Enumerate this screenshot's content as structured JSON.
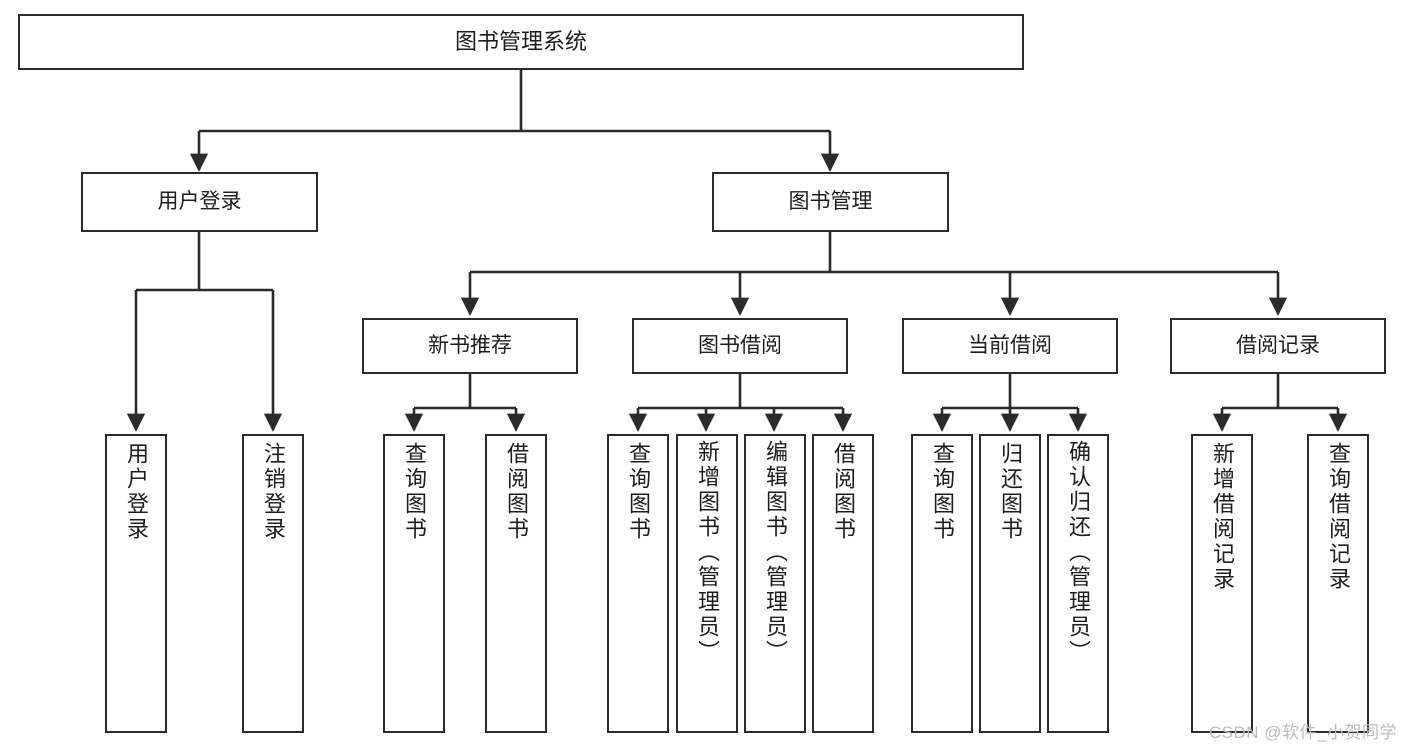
{
  "diagram": {
    "type": "hierarchy-tree",
    "title": "图书管理系统",
    "watermark": "CSDN @软件_小贺同学",
    "levels": {
      "root": "图书管理系统",
      "level2": [
        "用户登录",
        "图书管理"
      ],
      "level3": [
        "新书推荐",
        "图书借阅",
        "当前借阅",
        "借阅记录"
      ]
    },
    "nodes": {
      "root": {
        "label": "图书管理系统"
      },
      "user_login": {
        "label": "用户登录"
      },
      "book_manage": {
        "label": "图书管理"
      },
      "new_book_rec": {
        "label": "新书推荐"
      },
      "book_borrow": {
        "label": "图书借阅"
      },
      "current_borrow": {
        "label": "当前借阅"
      },
      "borrow_record": {
        "label": "借阅记录"
      },
      "leaf_user_login": {
        "label": "用户登录"
      },
      "leaf_logout": {
        "label": "注销登录"
      },
      "leaf_query_book_1": {
        "label": "查询图书"
      },
      "leaf_borrow_book_1": {
        "label": "借阅图书"
      },
      "leaf_query_book_2": {
        "label": "查询图书"
      },
      "leaf_add_book_admin": {
        "label": "新增图书（管理员）"
      },
      "leaf_edit_book_admin": {
        "label": "编辑图书（管理员）"
      },
      "leaf_borrow_book_2": {
        "label": "借阅图书"
      },
      "leaf_query_book_3": {
        "label": "查询图书"
      },
      "leaf_return_book": {
        "label": "归还图书"
      },
      "leaf_confirm_return_admin": {
        "label": "确认归还（管理员）"
      },
      "leaf_add_record": {
        "label": "新增借阅记录"
      },
      "leaf_query_record": {
        "label": "查询借阅记录"
      }
    },
    "edges": [
      {
        "from": "图书管理系统",
        "to": "用户登录"
      },
      {
        "from": "图书管理系统",
        "to": "图书管理"
      },
      {
        "from": "用户登录",
        "to": "用户登录"
      },
      {
        "from": "用户登录",
        "to": "注销登录"
      },
      {
        "from": "图书管理",
        "to": "新书推荐"
      },
      {
        "from": "图书管理",
        "to": "图书借阅"
      },
      {
        "from": "图书管理",
        "to": "当前借阅"
      },
      {
        "from": "图书管理",
        "to": "借阅记录"
      },
      {
        "from": "新书推荐",
        "to": "查询图书"
      },
      {
        "from": "新书推荐",
        "to": "借阅图书"
      },
      {
        "from": "图书借阅",
        "to": "查询图书"
      },
      {
        "from": "图书借阅",
        "to": "新增图书（管理员）"
      },
      {
        "from": "图书借阅",
        "to": "编辑图书（管理员）"
      },
      {
        "from": "图书借阅",
        "to": "借阅图书"
      },
      {
        "from": "当前借阅",
        "to": "查询图书"
      },
      {
        "from": "当前借阅",
        "to": "归还图书"
      },
      {
        "from": "当前借阅",
        "to": "确认归还（管理员）"
      },
      {
        "from": "借阅记录",
        "to": "新增借阅记录"
      },
      {
        "from": "借阅记录",
        "to": "查询借阅记录"
      }
    ],
    "colors": {
      "box_border": "#2b2b2b",
      "box_fill": "#ffffff",
      "line": "#2b2b2b",
      "text": "#1d1d1d",
      "watermark": "#bdbdbd",
      "background": "#ffffff"
    }
  }
}
